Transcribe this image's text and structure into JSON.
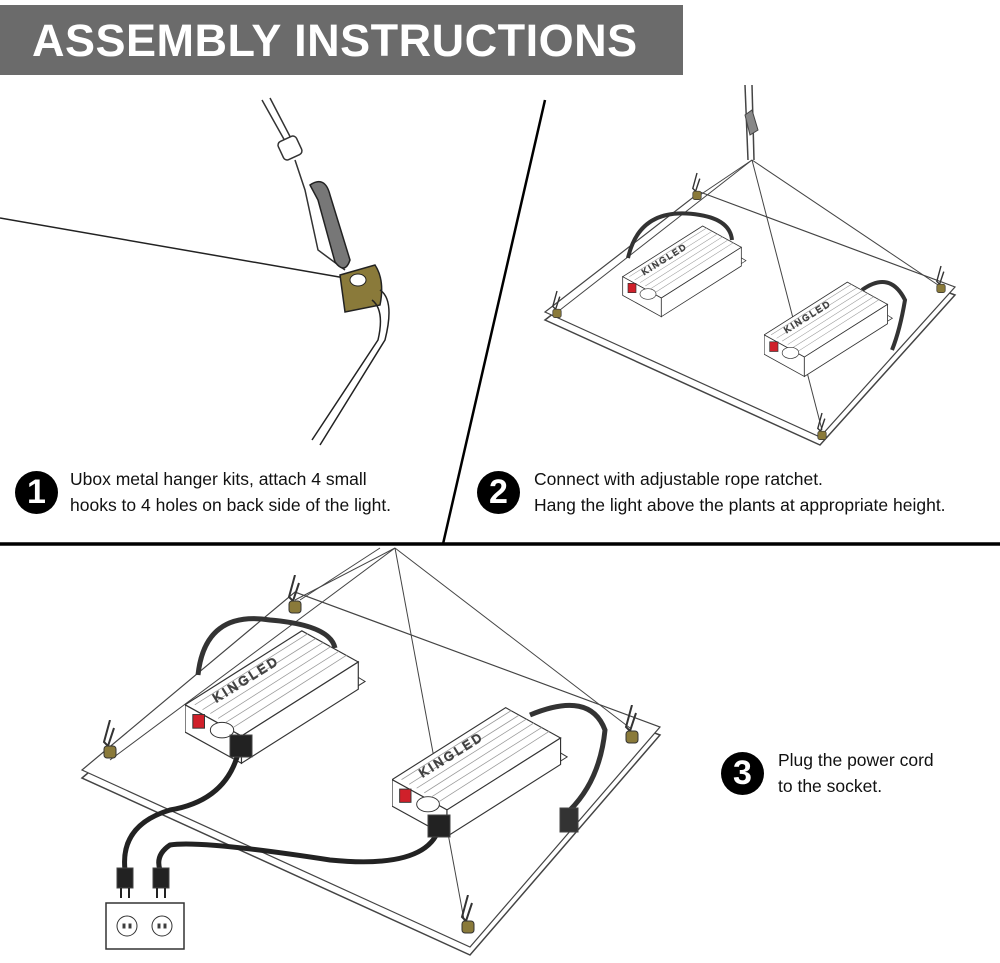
{
  "header": {
    "title": "ASSEMBLY INSTRUCTIONS"
  },
  "steps": [
    {
      "number": "1",
      "lines": [
        "Ubox metal hanger kits, attach 4 small",
        "hooks to 4 holes on back side of the light."
      ]
    },
    {
      "number": "2",
      "lines": [
        "Connect with adjustable rope ratchet.",
        "Hang the light above the plants at appropriate height."
      ]
    },
    {
      "number": "3",
      "lines": [
        "Plug the power cord",
        "to the socket."
      ]
    }
  ],
  "product": {
    "brand_logo": "KINGLED"
  },
  "colors": {
    "header_bg": "#6b6b6b",
    "hook_brass": "#8a7a3a",
    "switch_red": "#d0202a"
  }
}
